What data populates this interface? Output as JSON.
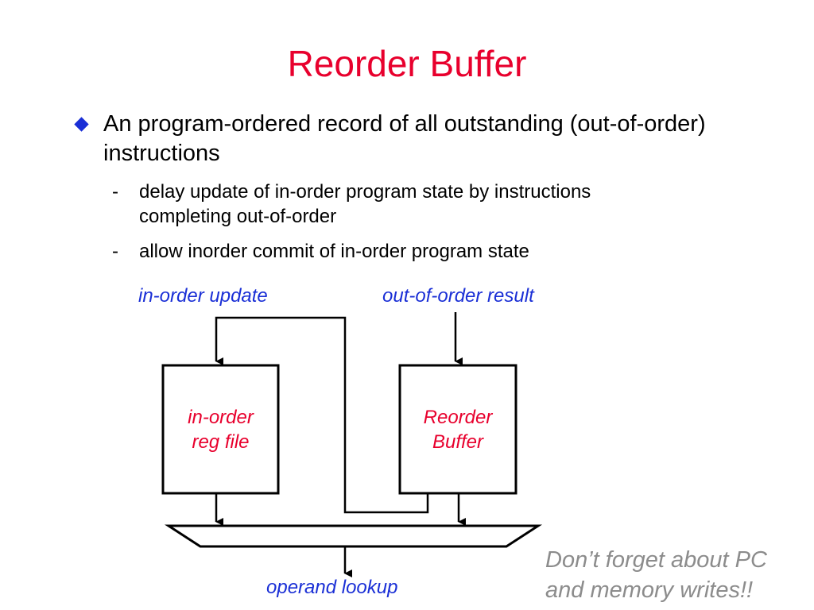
{
  "slide": {
    "title": "Reorder Buffer",
    "bullet": "An program-ordered record of all outstanding (out-of-order) instructions",
    "sub_bullets": [
      {
        "dash": "-",
        "text": "delay update of in-order program state by instructions completing out-of-order"
      },
      {
        "dash": "-",
        "text": "allow inorder commit of in-order program state"
      }
    ]
  },
  "diagram": {
    "label_in_order_update": "in-order update",
    "label_out_of_order_result": "out-of-order result",
    "regfile_line1": "in-order",
    "regfile_line2": "reg file",
    "rob_line1": "Reorder",
    "rob_line2": "Buffer",
    "label_operand_lookup": "operand lookup"
  },
  "note": {
    "line1": "Don’t forget about PC",
    "line2": "and memory writes!!"
  },
  "colors": {
    "title": "#e8002d",
    "box_label": "#e8002d",
    "blue_label": "#1a2fd6",
    "bullet": "#1a2fd6",
    "note": "#8c8c8c"
  },
  "icons": {
    "bullet": "diamond-icon"
  }
}
